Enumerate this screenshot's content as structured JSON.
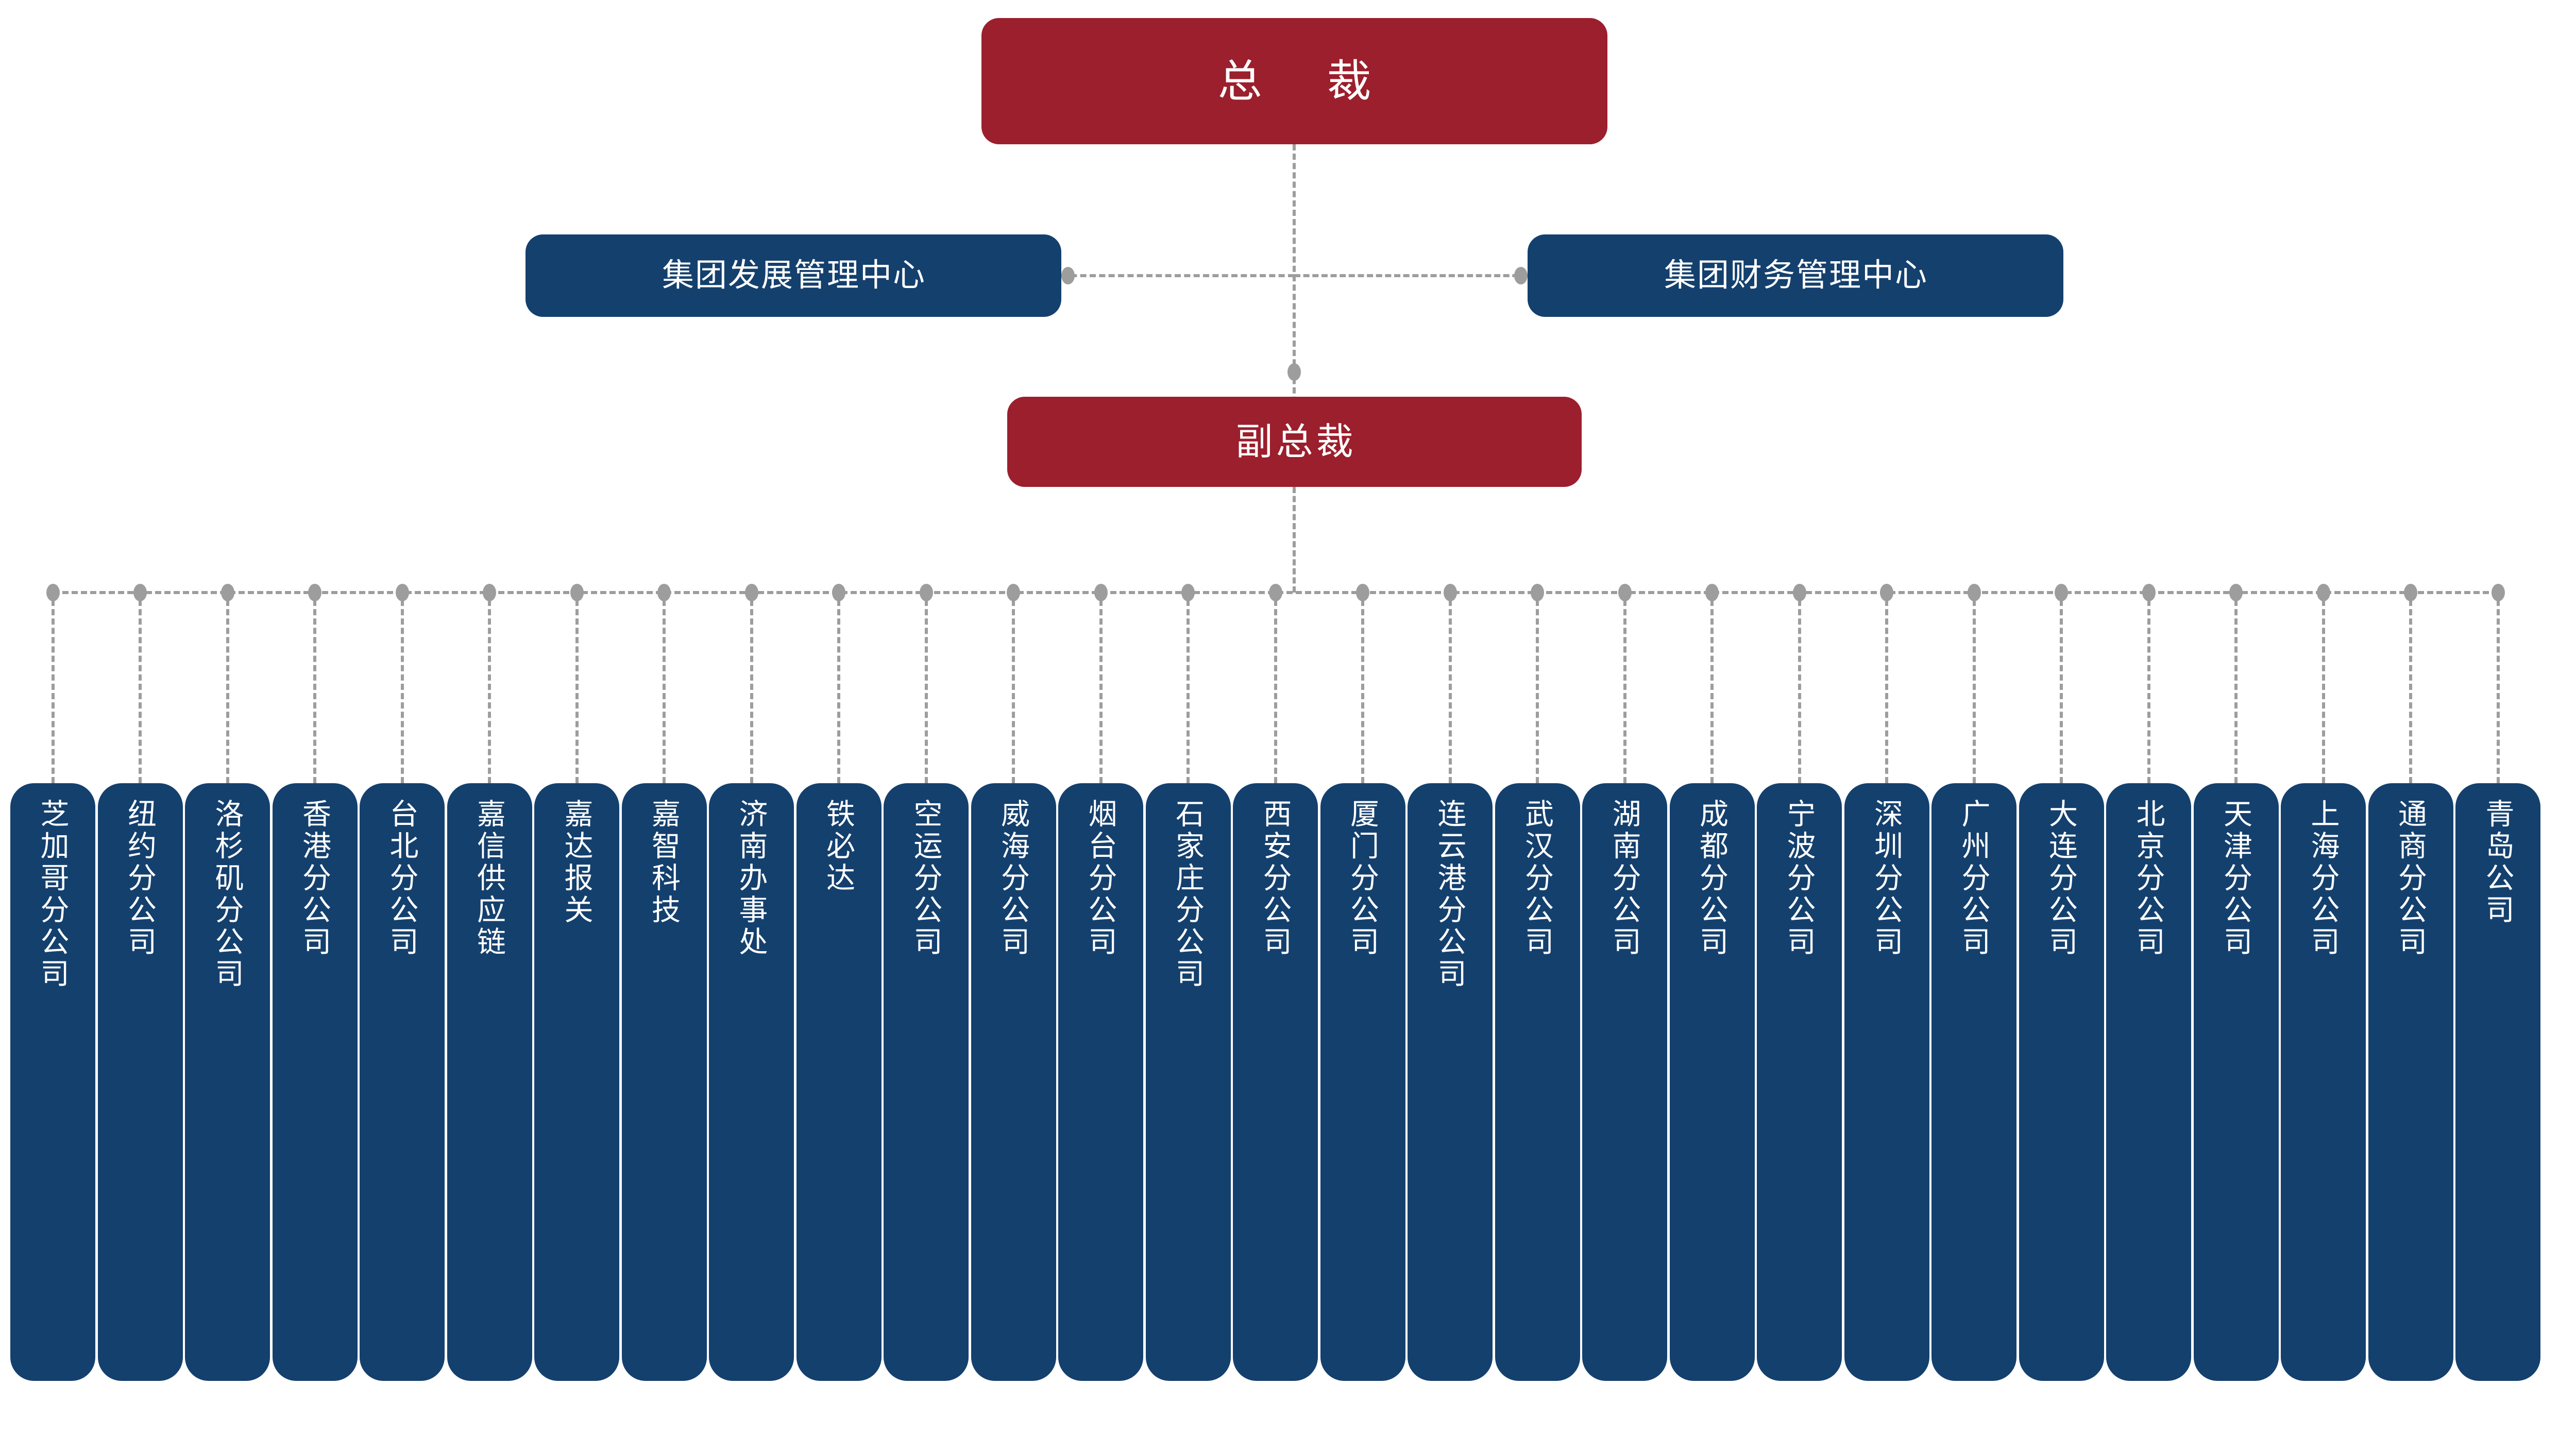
{
  "colors": {
    "executive": "#9B1F2C",
    "division": "#14406E",
    "connector": "#9D9D9D",
    "background": "#FFFFFF",
    "text": "#FFFFFF"
  },
  "org_chart": {
    "type": "organization-hierarchy",
    "levels": [
      {
        "level": 1,
        "nodes": [
          {
            "id": "president",
            "label": "总  裁",
            "style": "executive",
            "orientation": "horizontal"
          }
        ]
      },
      {
        "level": 2,
        "nodes": [
          {
            "id": "dev-center",
            "label": "集团发展管理中心",
            "style": "division",
            "orientation": "horizontal",
            "side": "left"
          },
          {
            "id": "finance-center",
            "label": "集团财务管理中心",
            "style": "division",
            "orientation": "horizontal",
            "side": "right"
          }
        ]
      },
      {
        "level": 3,
        "nodes": [
          {
            "id": "vice-president",
            "label": "副总裁",
            "style": "executive",
            "orientation": "horizontal"
          }
        ]
      }
    ],
    "branches": [
      {
        "index": 0,
        "label": "芝加哥分公司"
      },
      {
        "index": 1,
        "label": "纽约分公司"
      },
      {
        "index": 2,
        "label": "洛杉矶分公司"
      },
      {
        "index": 3,
        "label": "香港分公司"
      },
      {
        "index": 4,
        "label": "台北分公司"
      },
      {
        "index": 5,
        "label": "嘉信供应链"
      },
      {
        "index": 6,
        "label": "嘉达报关"
      },
      {
        "index": 7,
        "label": "嘉智科技"
      },
      {
        "index": 8,
        "label": "济南办事处"
      },
      {
        "index": 9,
        "label": "铁必达"
      },
      {
        "index": 10,
        "label": "空运分公司"
      },
      {
        "index": 11,
        "label": "威海分公司"
      },
      {
        "index": 12,
        "label": "烟台分公司"
      },
      {
        "index": 13,
        "label": "石家庄分公司"
      },
      {
        "index": 14,
        "label": "西安分公司"
      },
      {
        "index": 15,
        "label": "厦门分公司"
      },
      {
        "index": 16,
        "label": "连云港分公司"
      },
      {
        "index": 17,
        "label": "武汉分公司"
      },
      {
        "index": 18,
        "label": "湖南分公司"
      },
      {
        "index": 19,
        "label": "成都分公司"
      },
      {
        "index": 20,
        "label": "宁波分公司"
      },
      {
        "index": 21,
        "label": "深圳分公司"
      },
      {
        "index": 22,
        "label": "广州分公司"
      },
      {
        "index": 23,
        "label": "大连分公司"
      },
      {
        "index": 24,
        "label": "北京分公司"
      },
      {
        "index": 25,
        "label": "天津分公司"
      },
      {
        "index": 26,
        "label": "上海分公司"
      },
      {
        "index": 27,
        "label": "通商分公司"
      },
      {
        "index": 28,
        "label": "青岛公司"
      }
    ]
  }
}
